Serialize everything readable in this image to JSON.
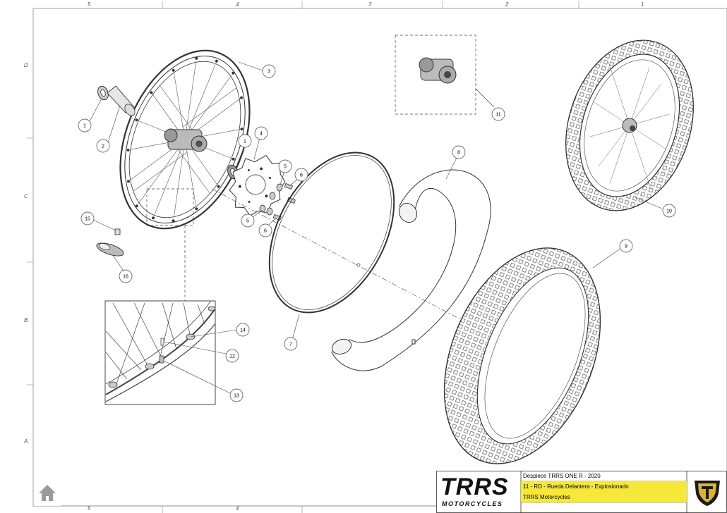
{
  "grid": {
    "columns": [
      "5",
      "4",
      "3",
      "2",
      "1"
    ],
    "rows": [
      "D",
      "C",
      "B",
      "A"
    ]
  },
  "callouts": [
    "1",
    "2",
    "3",
    "1",
    "4",
    "5",
    "6",
    "5",
    "6",
    "15",
    "16",
    "7",
    "8",
    "11",
    "10",
    "9",
    "14",
    "12",
    "13"
  ],
  "title_block": {
    "logo_main": "TRRS",
    "logo_sub": "MOTORCYCLES",
    "line1": "Despiece TRRS ONE R - 2020",
    "line2": "11 - RD - Rueda Delantera - Explosionado",
    "line3": "TRRS Motorcycles",
    "accent_color": "#f5e83a"
  },
  "icons": {
    "home": "home-icon",
    "brand": "trrs-shield-icon"
  }
}
